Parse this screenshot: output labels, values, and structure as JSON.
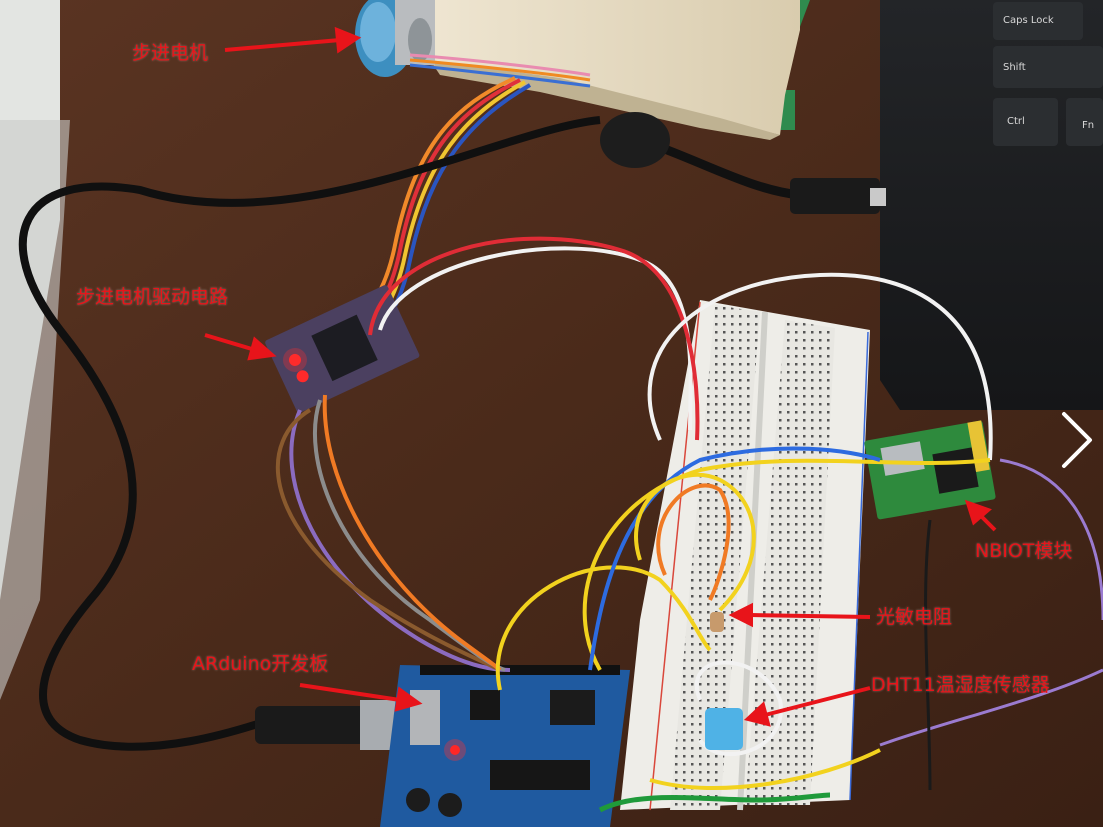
{
  "labels": {
    "stepper_motor": "步进电机",
    "stepper_driver": "步进电机驱动电路",
    "arduino": "ARduino开发板",
    "nbiot_module": "NBIOT模块",
    "photoresistor": "光敏电阻",
    "dht11": "DHT11温湿度传感器"
  },
  "keyboard_keys": [
    "Caps Lock",
    "Shift",
    "Ctrl",
    "Fn"
  ],
  "colors": {
    "annotation": "#e8141a",
    "desk": "#4a2c1c",
    "laptop": "#1a1c1f"
  },
  "navigation": {
    "next_icon": "chevron-right-icon"
  }
}
